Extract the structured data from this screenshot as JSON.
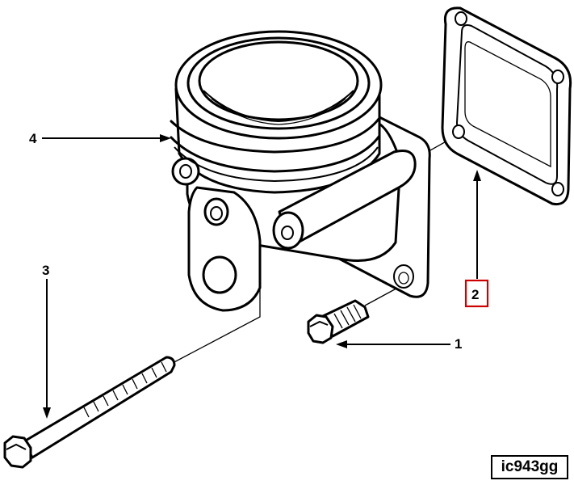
{
  "callouts": [
    {
      "id": "1",
      "label": "1"
    },
    {
      "id": "2",
      "label": "2",
      "highlight_color": "#cc0000"
    },
    {
      "id": "3",
      "label": "3"
    },
    {
      "id": "4",
      "label": "4"
    }
  ],
  "drawing_id": "ic943gg",
  "colors": {
    "line": "#000000",
    "background": "#ffffff",
    "highlight": "#cc0000"
  }
}
